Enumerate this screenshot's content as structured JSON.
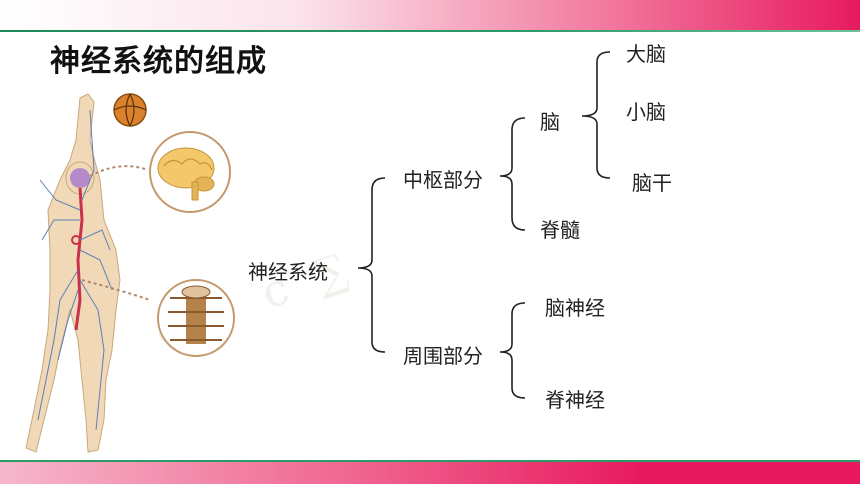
{
  "slide": {
    "title": "神经系统的组成"
  },
  "tree": {
    "root": "神经系统",
    "central": "中枢部分",
    "brain": "脑",
    "cerebrum": "大脑",
    "cerebellum": "小脑",
    "brainstem": "脑干",
    "spinal_cord": "脊髓",
    "peripheral": "周围部分",
    "cranial_nerves": "脑神经",
    "spinal_nerves": "脊神经"
  },
  "colors": {
    "accent_pink": "#e8195e",
    "accent_green": "#2a9a66",
    "nerve_blue": "#5b7fb5"
  }
}
